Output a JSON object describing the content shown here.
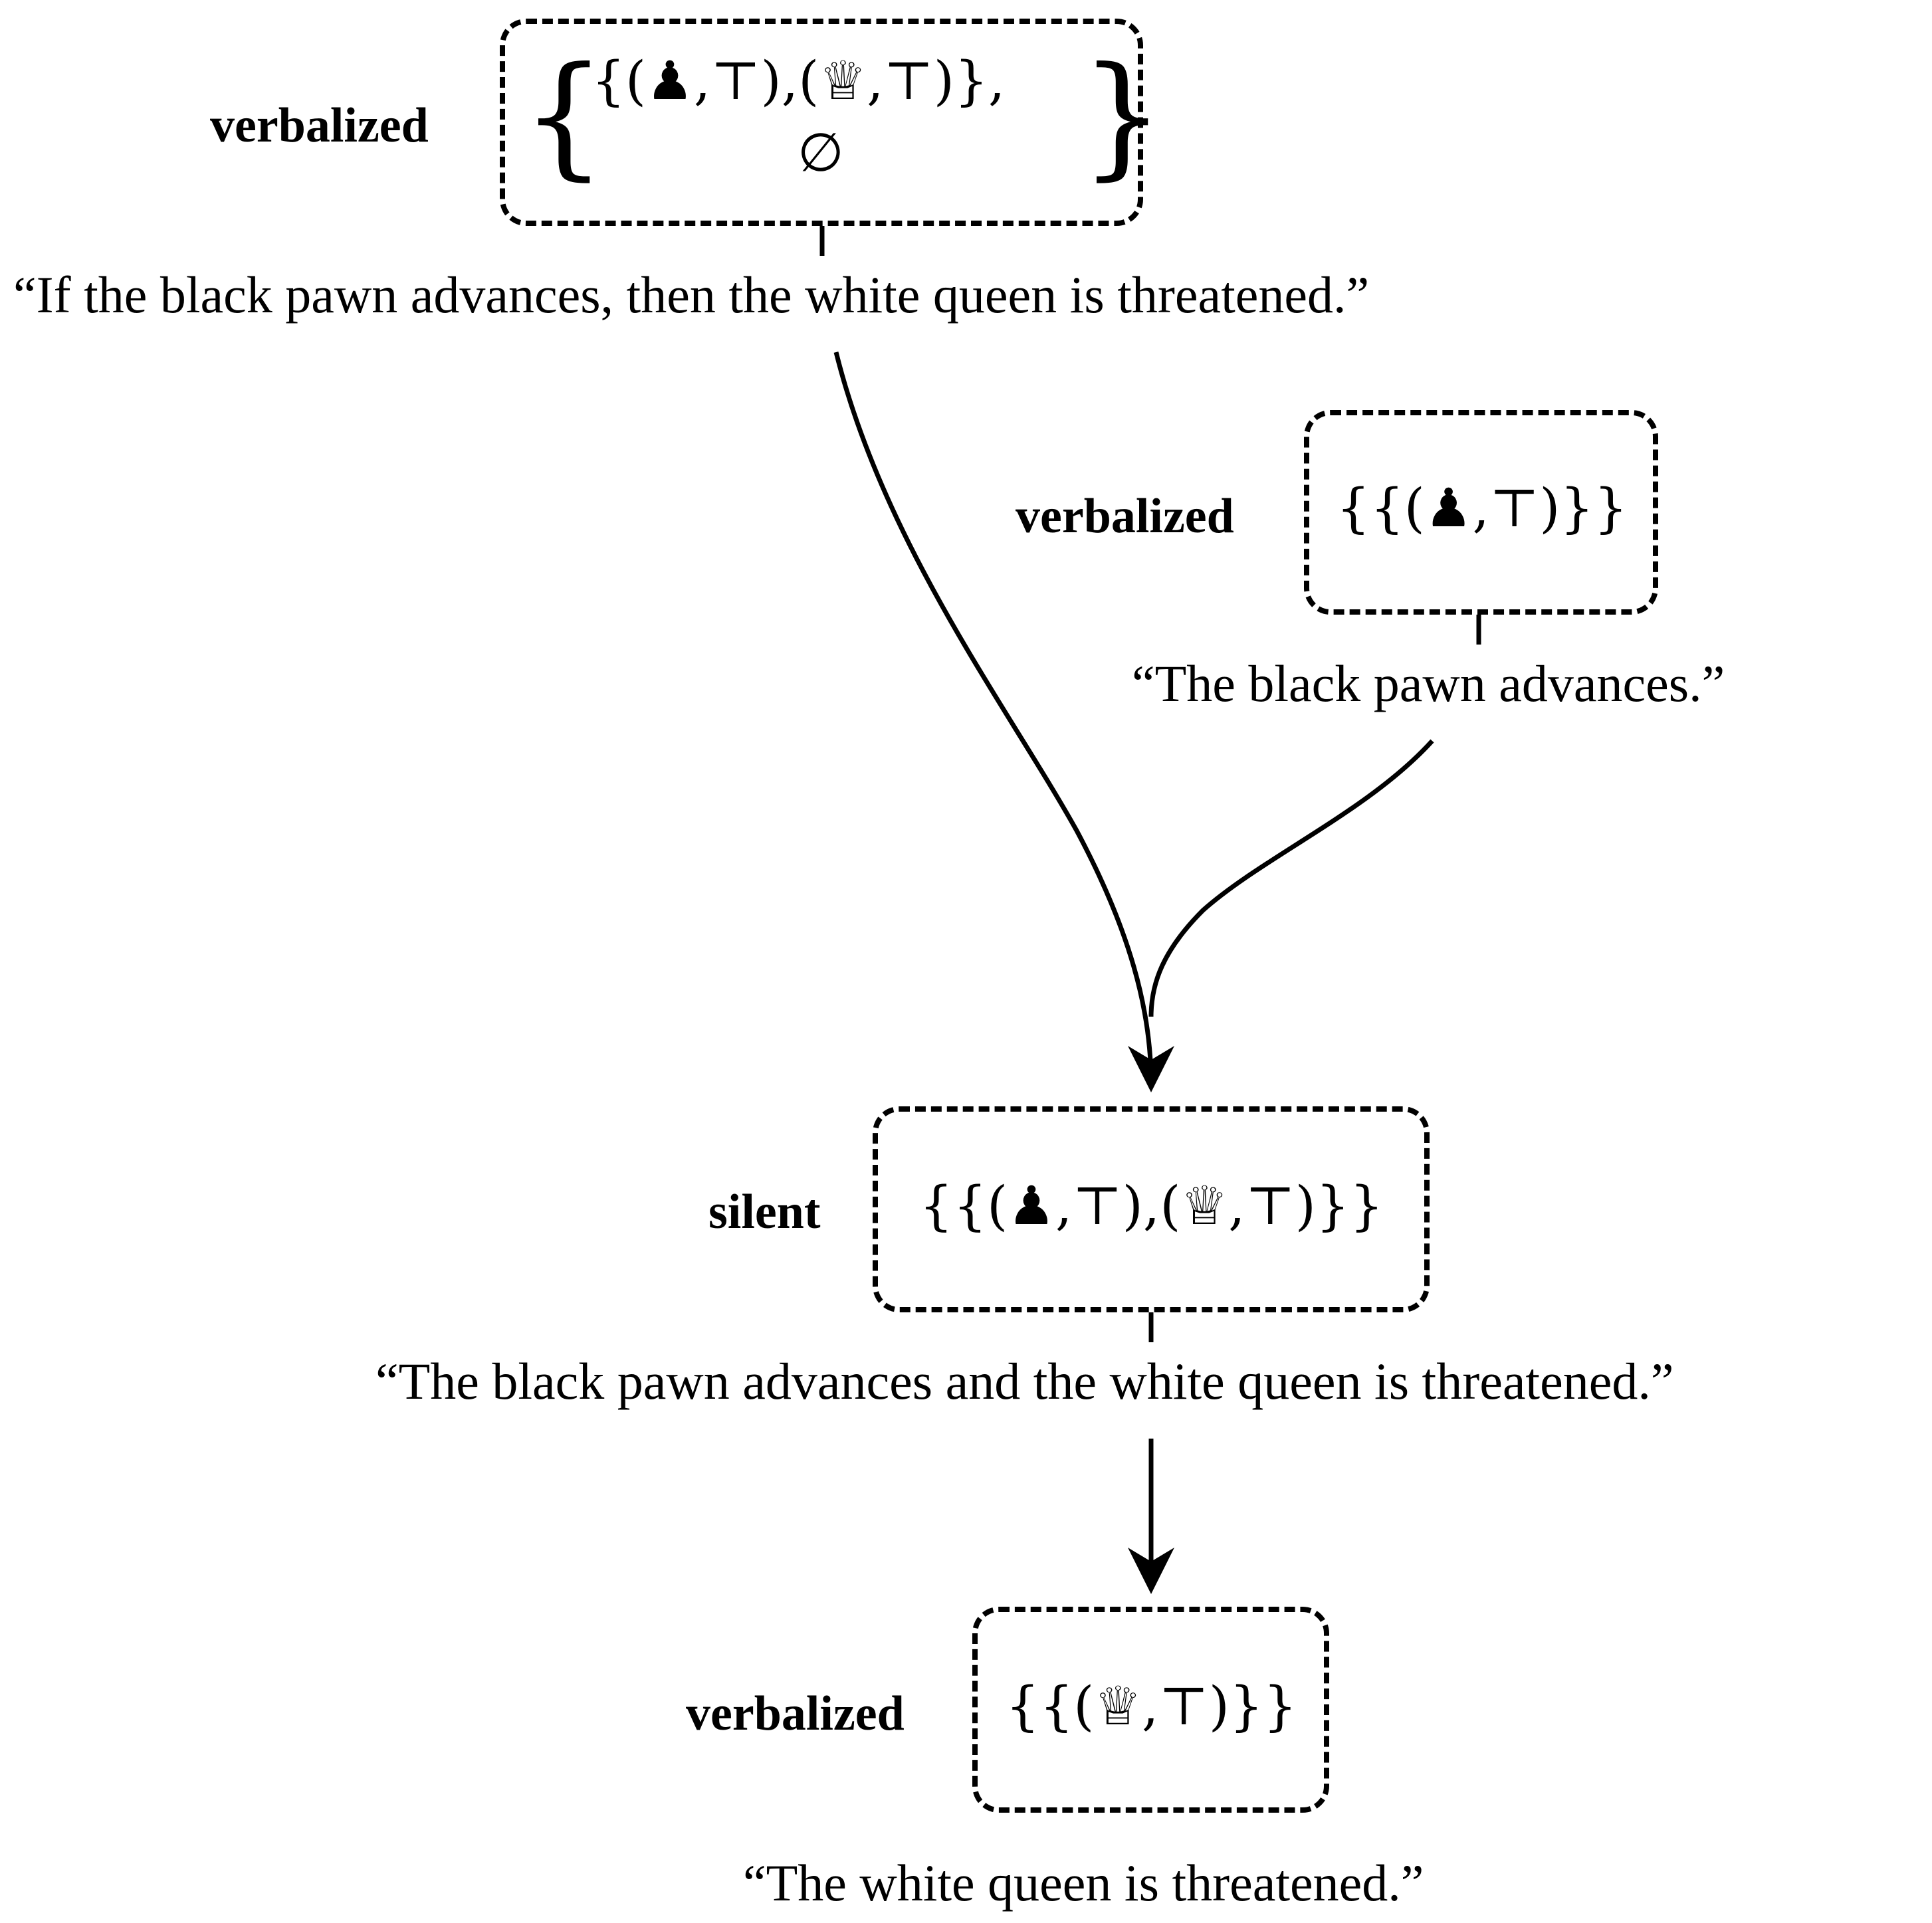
{
  "nodes": [
    {
      "id": "top",
      "label": "verbalized",
      "formula_line1": "{(♟,⊤),(♕,⊤)},",
      "formula_line2": "∅",
      "formula_open": "{",
      "formula_close": "}",
      "quote": "“If the black pawn advances, then the white queen is threatened.”"
    },
    {
      "id": "premise",
      "label": "verbalized",
      "formula": "{{(♟,⊤)}}",
      "quote": "“The black pawn advances.”"
    },
    {
      "id": "middle",
      "label": "silent",
      "formula": "{{(♟,⊤),(♕,⊤)}}",
      "quote": "“The black pawn advances and the white queen is threatened.”"
    },
    {
      "id": "bottom",
      "label": "verbalized",
      "formula": "{{(♕,⊤)}}",
      "quote": "“The white queen is threatened.”"
    }
  ],
  "edges": [
    {
      "from": "top",
      "to": "middle"
    },
    {
      "from": "premise",
      "to": "middle"
    },
    {
      "from": "middle",
      "to": "bottom"
    }
  ],
  "colors": {
    "ink": "#000000",
    "background": "#ffffff"
  }
}
